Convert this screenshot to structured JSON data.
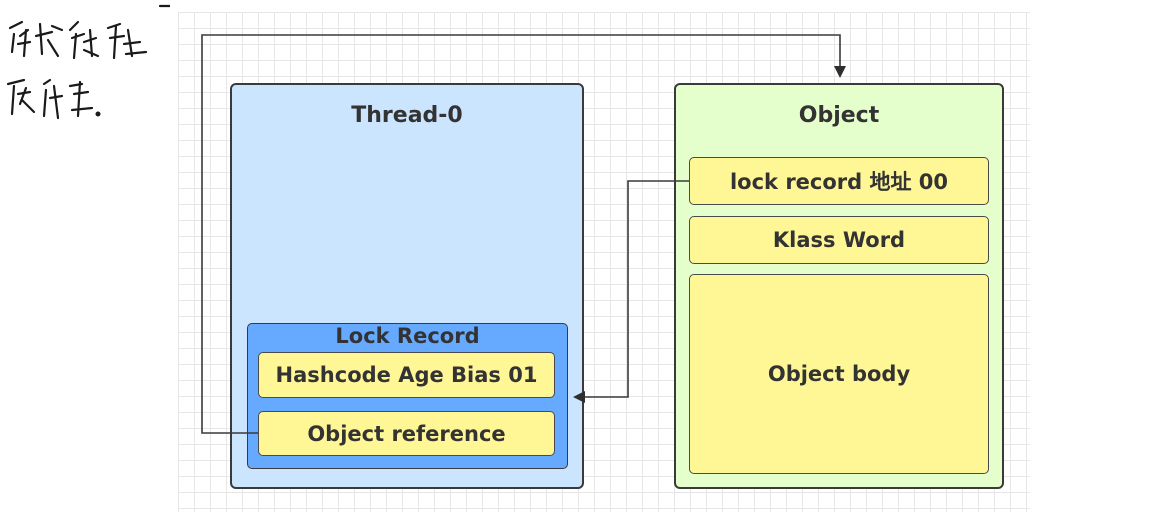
{
  "thread_box": {
    "title": "Thread-0",
    "lock_record": {
      "title": "Lock Record",
      "fields": [
        "Hashcode Age Bias 01",
        "Object reference"
      ]
    }
  },
  "object_box": {
    "title": "Object",
    "fields": [
      "lock record 地址 00",
      "Klass Word",
      "Object body"
    ]
  },
  "colors": {
    "thread_fill": "#cce5ff",
    "lock_record_fill": "#66aaff",
    "object_fill": "#e5ffcc",
    "field_fill": "#fff796",
    "border": "#3a3a3a"
  }
}
